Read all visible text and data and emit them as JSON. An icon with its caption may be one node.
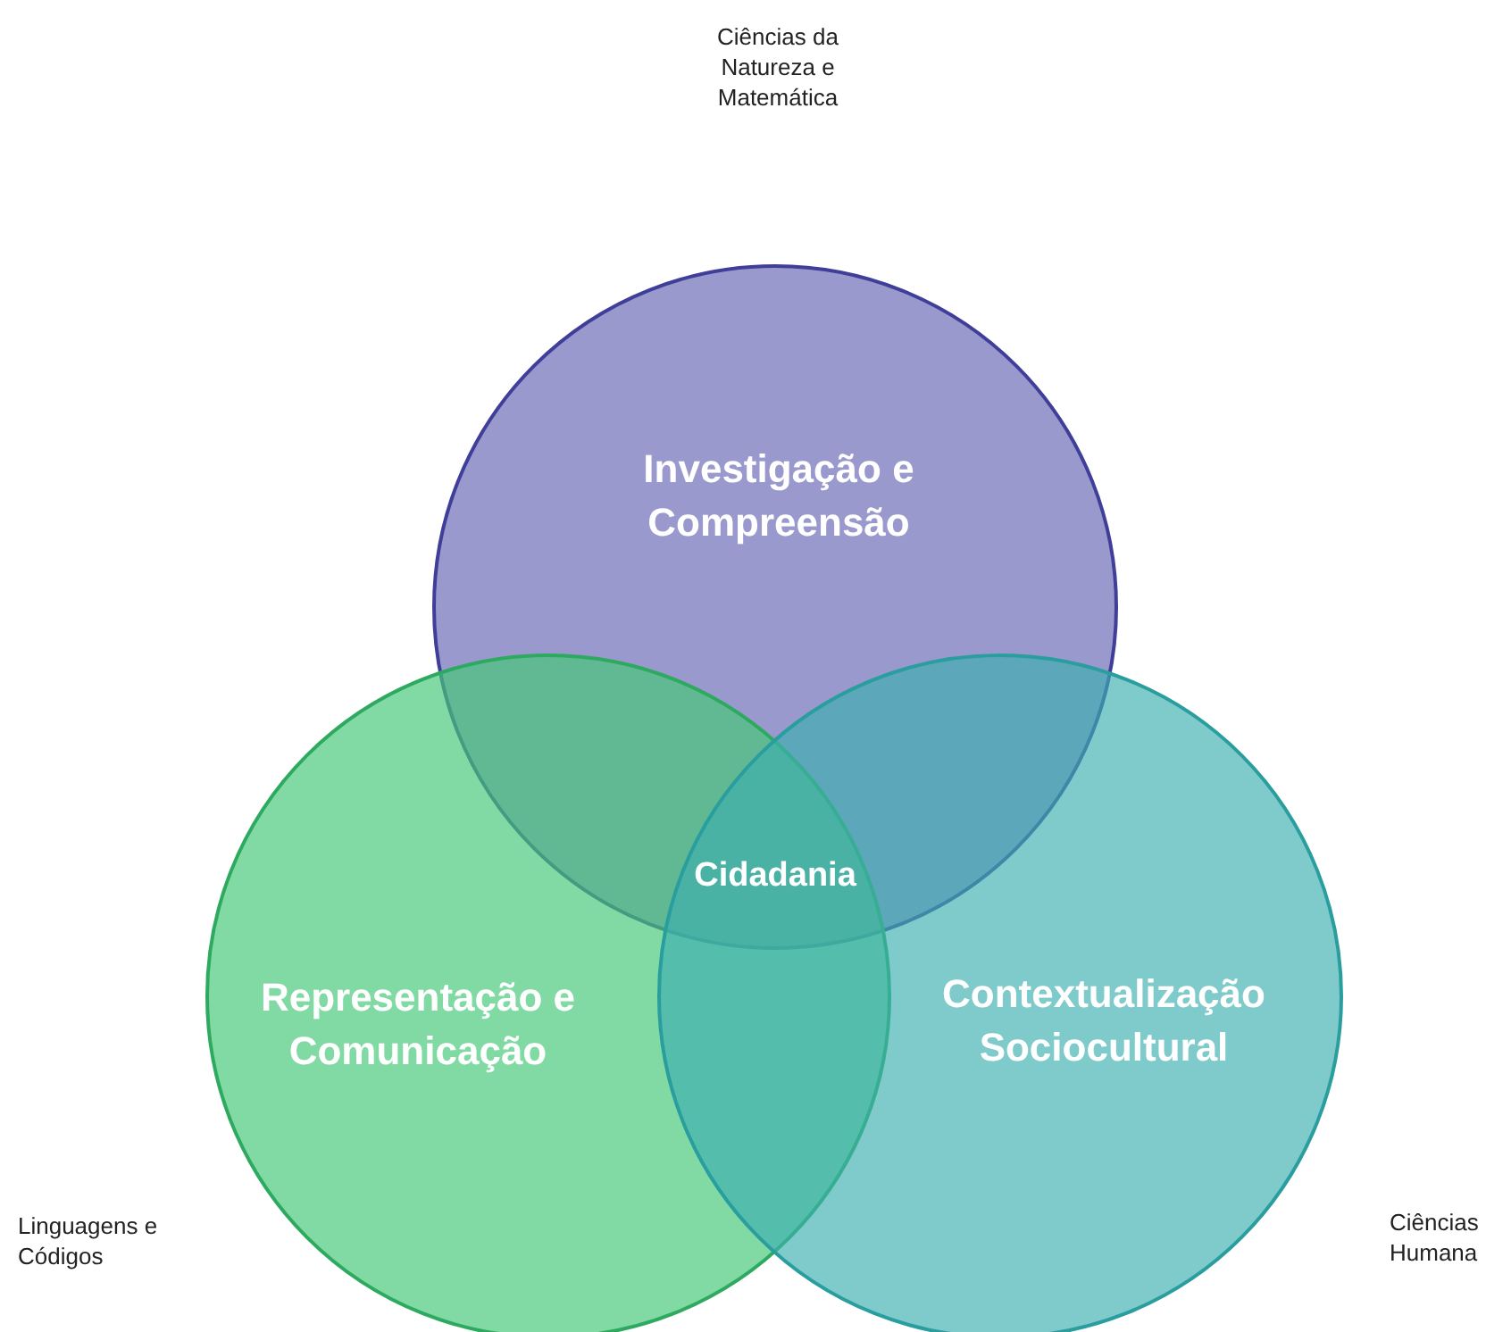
{
  "diagram": {
    "nodes": [
      {
        "text": [
          "Investigação e Compreensão"
        ]
      },
      {
        "text": [
          "Representação e Comunicação"
        ]
      },
      {
        "text": [
          "Contextualização Sociocultural"
        ]
      }
    ],
    "labels": [
      "Ciências da Natureza e Matemática",
      "Cidadania",
      "Linguagens e Códigos",
      "Ciências Humana"
    ]
  }
}
